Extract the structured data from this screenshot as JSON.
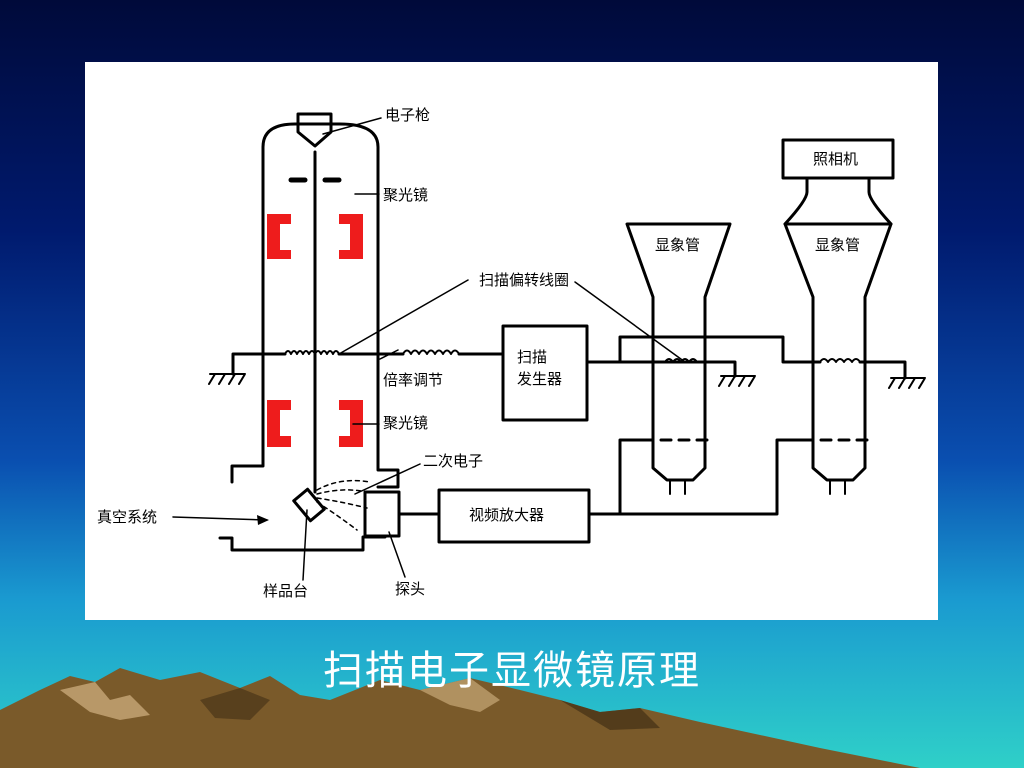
{
  "slide": {
    "title": "扫描电子显微镜原理"
  },
  "diagram": {
    "labels": {
      "electron_gun": "电子枪",
      "condenser_lens_top": "聚光镜",
      "condenser_lens_bottom": "聚光镜",
      "scan_coil": "扫描偏转线圈",
      "magnification": "倍率调节",
      "scan_generator_line1": "扫描",
      "scan_generator_line2": "发生器",
      "secondary_electron": "二次电子",
      "vacuum_system": "真空系统",
      "video_amplifier": "视频放大器",
      "sample_stage": "样品台",
      "probe": "探头",
      "display_tube_1": "显象管",
      "display_tube_2": "显象管",
      "camera": "照相机"
    },
    "colors": {
      "lens": "#ee1c1c",
      "line": "#000000",
      "panel": "#ffffff"
    }
  }
}
